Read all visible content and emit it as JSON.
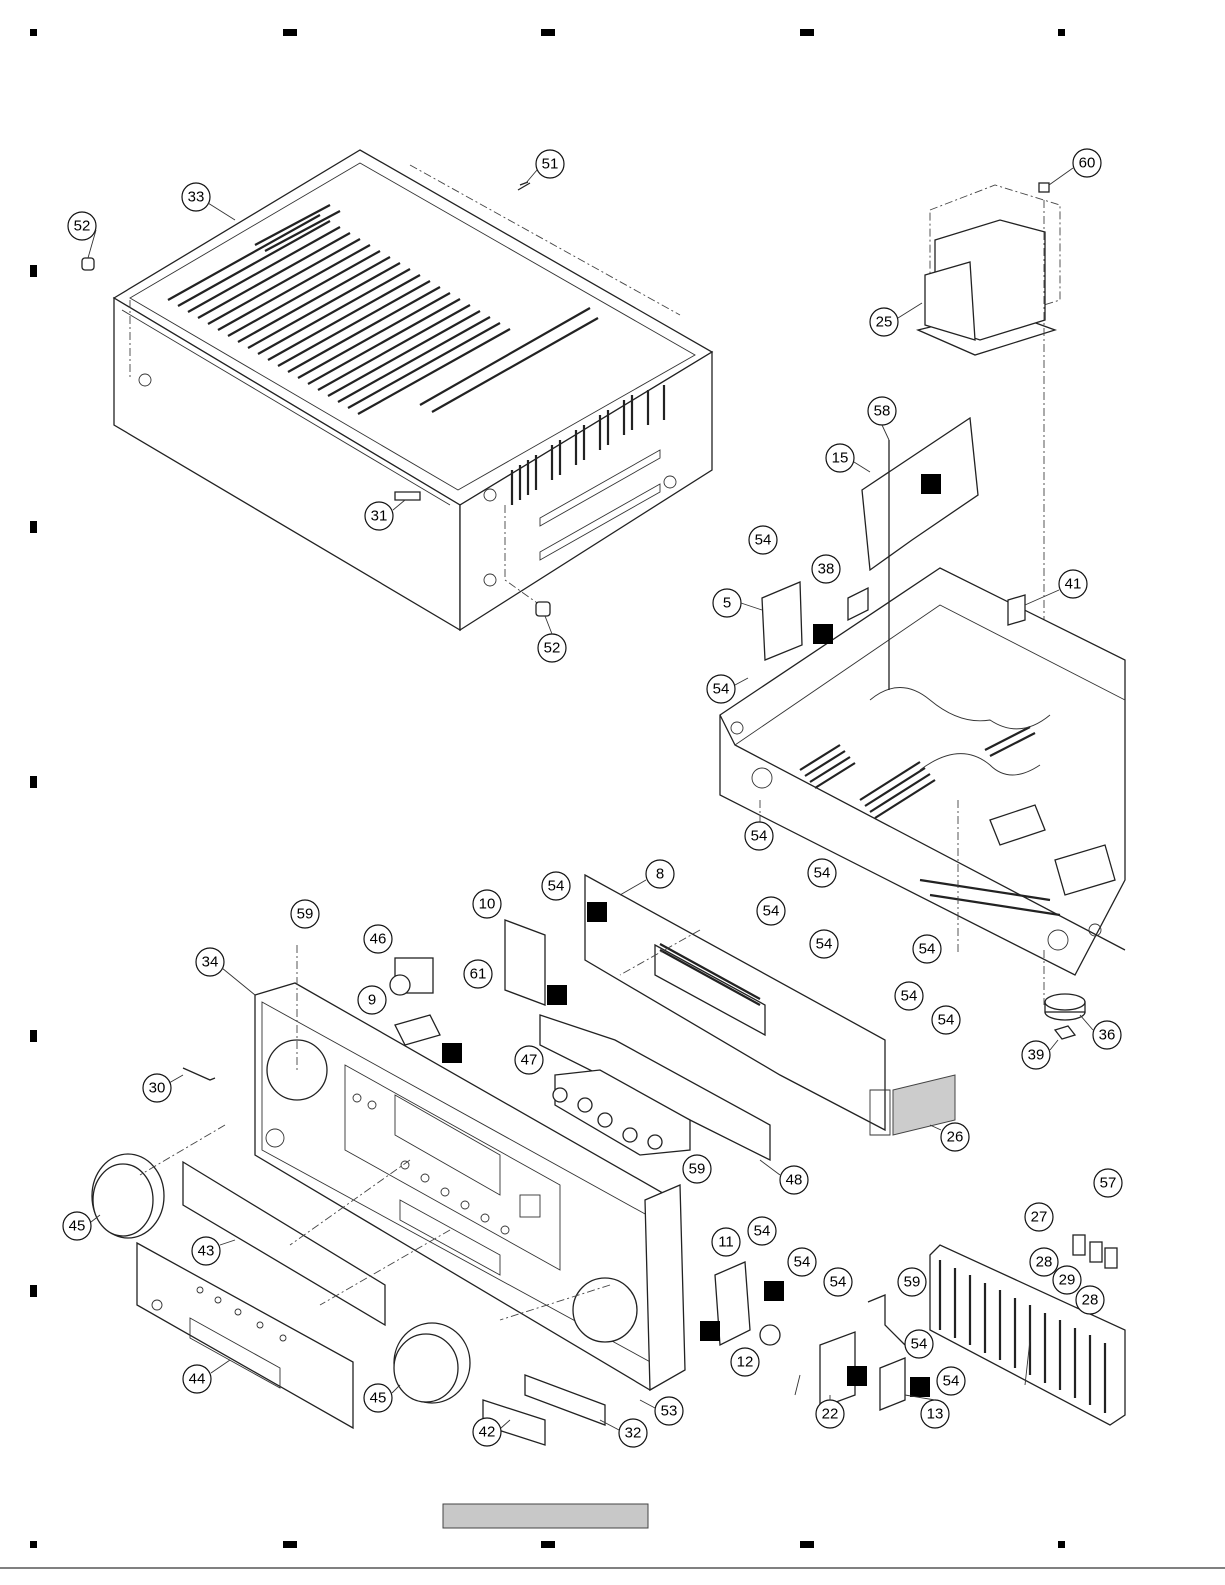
{
  "callouts": [
    "52",
    "33",
    "51",
    "60",
    "25",
    "58",
    "15",
    "31",
    "54",
    "38",
    "41",
    "5",
    "52",
    "54",
    "54",
    "54",
    "8",
    "10",
    "54",
    "54",
    "59",
    "46",
    "54",
    "61",
    "54",
    "9",
    "34",
    "54",
    "47",
    "36",
    "39",
    "54",
    "30",
    "26",
    "48",
    "59",
    "57",
    "45",
    "43",
    "27",
    "54",
    "11",
    "54",
    "54",
    "28",
    "29",
    "28",
    "59",
    "12",
    "54",
    "44",
    "45",
    "22",
    "13",
    "54",
    "53",
    "42",
    "32"
  ],
  "colors": {
    "ink": "#222222",
    "marker": "#000000",
    "footer_fill": "#c8c8c8"
  }
}
